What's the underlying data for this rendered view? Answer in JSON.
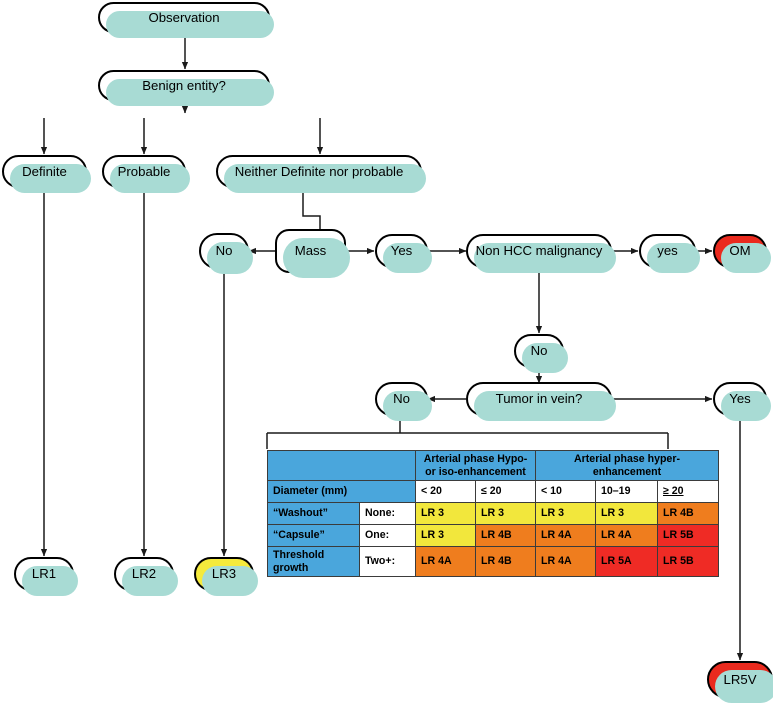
{
  "diagram": {
    "title": "LI-RADS diagnostic algorithm flowchart",
    "colors": {
      "node_fill": "#ffffff",
      "node_border": "#000000",
      "node_shadow": "#a8dbd4",
      "terminal_red": "#ea2a1e",
      "terminal_yellow": "#f5ea3c",
      "table_header_blue": "#4aa6dc",
      "cell_yellow": "#f2e73c",
      "cell_orange": "#ef7d1e",
      "cell_red": "#ef2b25"
    },
    "nodes": {
      "observation": "Observation",
      "benign_entity": "Benign entity?",
      "definite": "Definite",
      "probable": "Probable",
      "neither": "Neither Definite nor probable",
      "mass_no": "No",
      "mass": "Mass",
      "mass_yes": "Yes",
      "non_hcc": "Non HCC malignancy",
      "non_hcc_yes": "yes",
      "om": "OM",
      "non_hcc_no": "No",
      "vein_no": "No",
      "tumor_in_vein": "Tumor in vein?",
      "vein_yes": "Yes",
      "lr1": "LR1",
      "lr2": "LR2",
      "lr3": "LR3",
      "lr5v": "LR5V"
    }
  },
  "chart_data": {
    "type": "table",
    "title": "LI-RADS categorization table",
    "group_headers": [
      {
        "label": "",
        "span": 2
      },
      {
        "label": "Arterial phase Hypo- or iso-enhancement",
        "span": 2
      },
      {
        "label": "Arterial phase hyper-enhancement",
        "span": 3
      }
    ],
    "diameter_label": "Diameter (mm)",
    "diameter_values": [
      "< 20",
      "≤ 20",
      "< 10",
      "10–19",
      "≥ 20"
    ],
    "row_labels": [
      "“Washout”",
      "“Capsule”",
      "Threshold growth"
    ],
    "count_labels": [
      "None:",
      "One:",
      "Two+:"
    ],
    "rows": [
      {
        "feature": "“Washout”",
        "count": "None:",
        "cells": [
          {
            "value": "LR 3",
            "color": "yellow"
          },
          {
            "value": "LR 3",
            "color": "yellow"
          },
          {
            "value": "LR 3",
            "color": "yellow"
          },
          {
            "value": "LR 3",
            "color": "yellow"
          },
          {
            "value": "LR 4B",
            "color": "orange"
          }
        ]
      },
      {
        "feature": "“Capsule”",
        "count": "One:",
        "cells": [
          {
            "value": "LR 3",
            "color": "yellow"
          },
          {
            "value": "LR 4B",
            "color": "orange"
          },
          {
            "value": "LR 4A",
            "color": "orange"
          },
          {
            "value": "LR 4A",
            "color": "orange"
          },
          {
            "value": "LR 5B",
            "color": "red"
          }
        ]
      },
      {
        "feature": "Threshold growth",
        "count": "Two+:",
        "cells": [
          {
            "value": "LR 4A",
            "color": "orange"
          },
          {
            "value": "LR 4B",
            "color": "orange"
          },
          {
            "value": "LR 4A",
            "color": "orange"
          },
          {
            "value": "LR 5A",
            "color": "red"
          },
          {
            "value": "LR 5B",
            "color": "red"
          }
        ]
      }
    ]
  }
}
